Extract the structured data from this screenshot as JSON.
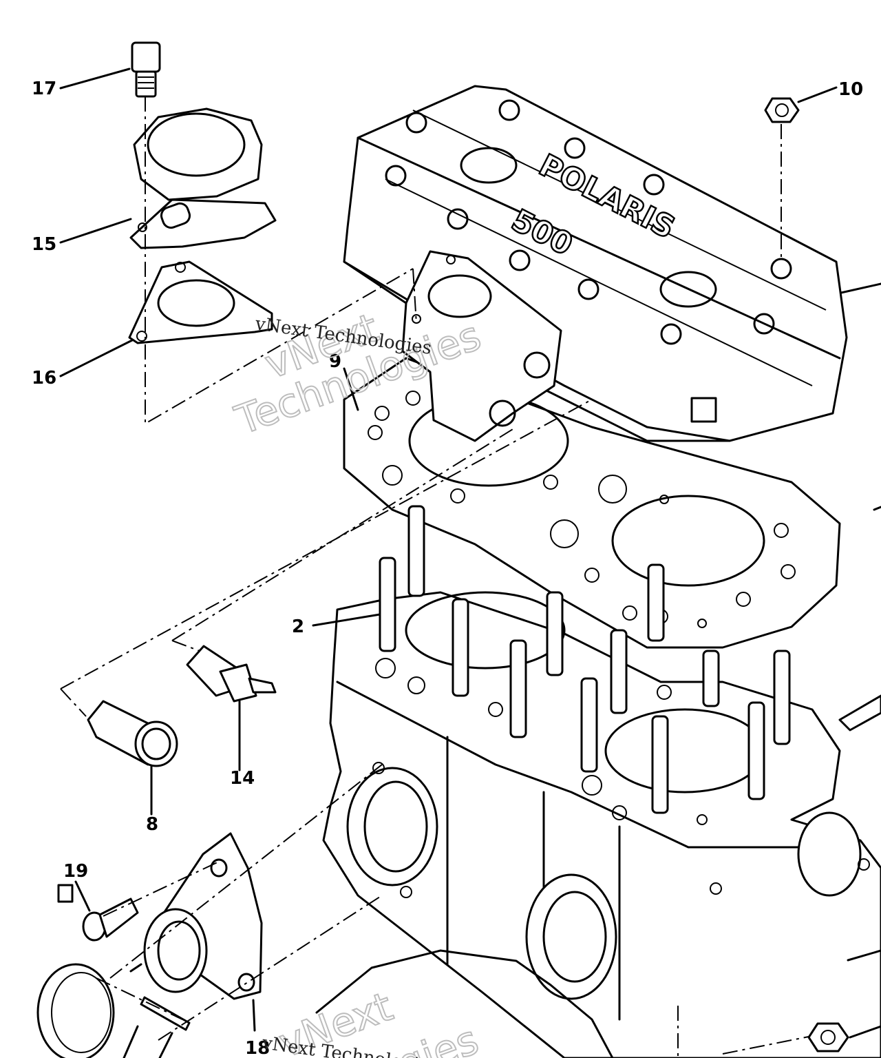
{
  "diagram": {
    "callouts": [
      {
        "id": "17",
        "text": "17"
      },
      {
        "id": "10",
        "text": "10"
      },
      {
        "id": "15",
        "text": "15"
      },
      {
        "id": "16",
        "text": "16"
      },
      {
        "id": "9",
        "text": "9"
      },
      {
        "id": "2",
        "text": "2"
      },
      {
        "id": "14",
        "text": "14"
      },
      {
        "id": "8",
        "text": "8"
      },
      {
        "id": "19",
        "text": "19"
      },
      {
        "id": "18",
        "text": "18"
      }
    ],
    "cover_branding": {
      "brand": "POLARIS",
      "model": "500"
    },
    "watermarks": {
      "line_top": "vNext Technologies",
      "big_top_1": "vNext",
      "big_top_2": "Technologies",
      "line_bottom": "vNext Technologies",
      "big_bottom_1": "vNext",
      "big_bottom_2": "ogies"
    }
  }
}
